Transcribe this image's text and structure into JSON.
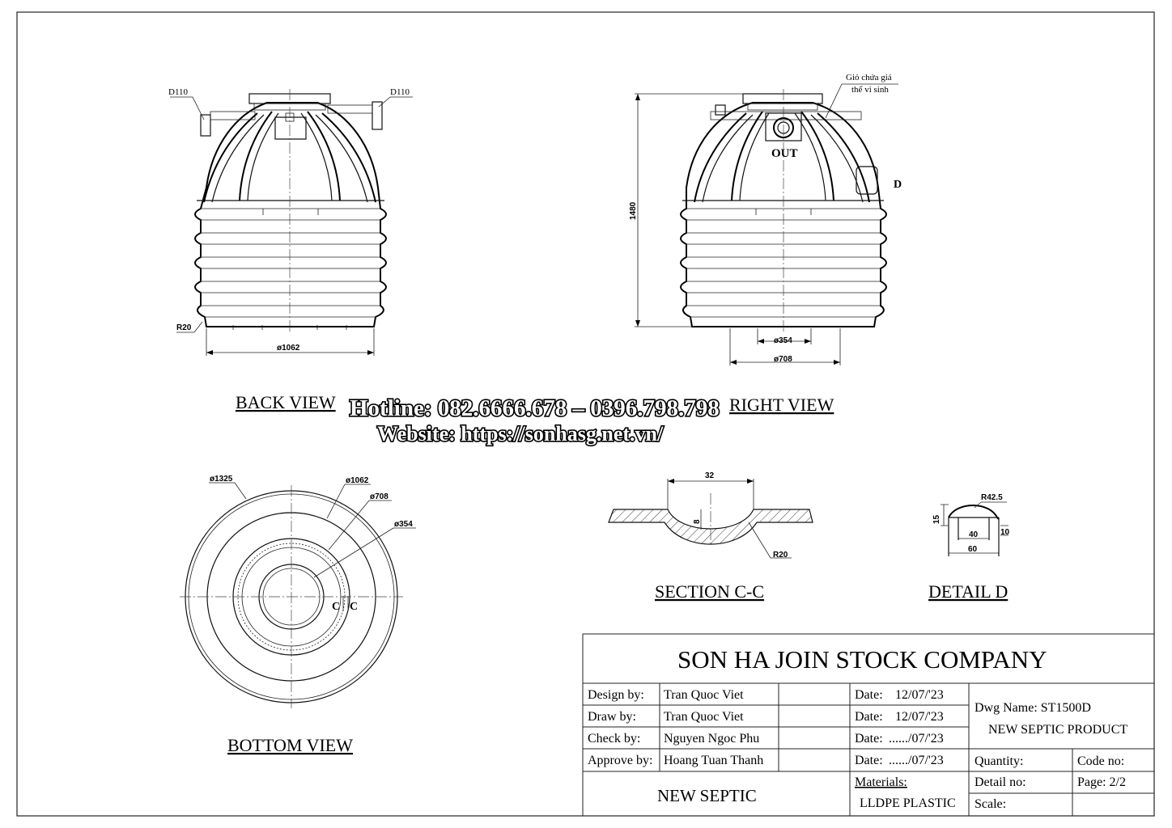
{
  "views": {
    "back": {
      "title": "BACK VIEW",
      "pipe_left": "D110",
      "pipe_right": "D110",
      "radius": "R20",
      "diameter": "ø1062"
    },
    "right": {
      "title": "RIGHT VIEW",
      "note_line1": "Giỏ chứa giá",
      "note_line2": "thể vi sinh",
      "out_label": "OUT",
      "detail_marker": "D",
      "height": "1480",
      "diameter_inner": "ø354",
      "diameter_outer": "ø708"
    },
    "bottom": {
      "title": "BOTTOM VIEW",
      "d1": "ø1325",
      "d2": "ø1062",
      "d3": "ø708",
      "d4": "ø354",
      "section_left": "C",
      "section_right": "C"
    },
    "section": {
      "title": "SECTION C-C",
      "width": "32",
      "depth": "8",
      "radius": "R20"
    },
    "detail": {
      "title": "DETAIL D",
      "radius": "R42.5",
      "height": "15",
      "inner": "40",
      "side": "10",
      "width": "60"
    }
  },
  "watermark": {
    "hotline": "Hotline: 082.6666.678 – 0396.798.798",
    "website": "Website: https://sonhasg.net.vn/"
  },
  "title_block": {
    "company": "SON HA JOIN STOCK COMPANY",
    "rows": [
      {
        "role": "Design by:",
        "name": "Tran Quoc Viet",
        "date_label": "Date:",
        "date": "12/07/'23"
      },
      {
        "role": "Draw by:",
        "name": "Tran Quoc Viet",
        "date_label": "Date:",
        "date": "12/07/'23"
      },
      {
        "role": "Check by:",
        "name": "Nguyen Ngoc Phu",
        "date_label": "Date:",
        "date": "....../07/'23"
      },
      {
        "role": "Approve by:",
        "name": "Hoang Tuan Thanh",
        "date_label": "Date:",
        "date": "....../07/'23"
      }
    ],
    "dwg_name": "Dwg Name: ST1500D",
    "product": "NEW SEPTIC PRODUCT",
    "quantity": "Quantity:",
    "code_no": "Code no:",
    "project": "NEW SEPTIC",
    "materials_label": "Materials:",
    "materials": "LLDPE PLASTIC",
    "detail_no": "Detail no:",
    "page": "Page: 2/2",
    "scale": "Scale:"
  }
}
